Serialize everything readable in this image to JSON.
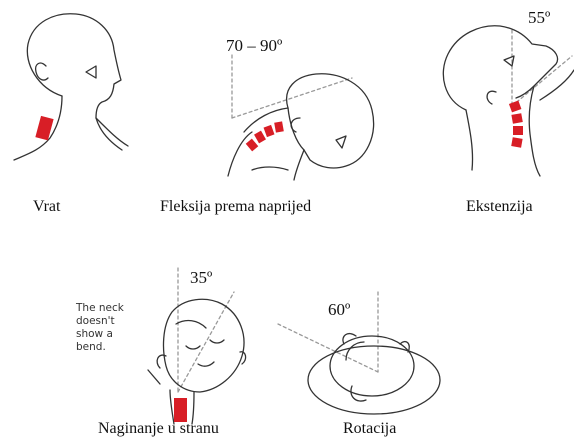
{
  "figures": {
    "vrat": {
      "caption": "Vrat"
    },
    "flexion": {
      "caption": "Fleksija prema naprijed",
      "angle": "70 – 90º"
    },
    "extension": {
      "caption": "Ekstenzija",
      "angle": "55º"
    },
    "lateral": {
      "caption": "Naginanje u stranu",
      "angle": "35º",
      "note": [
        "The neck",
        "doesn't",
        "show a",
        "bend."
      ]
    },
    "rotation": {
      "caption": "Rotacija",
      "angle": "60º"
    }
  },
  "colors": {
    "highlight": "#d81e26",
    "stroke": "#333333",
    "guide": "#999999"
  }
}
